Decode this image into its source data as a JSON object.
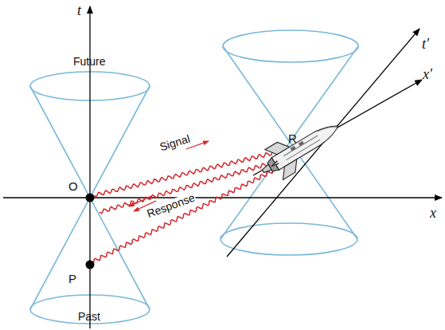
{
  "diagram": {
    "labels": [
      "t",
      "Future",
      "O",
      "Signal",
      "R",
      "t′",
      "x′",
      "x",
      "Response",
      "P",
      "Past"
    ]
  }
}
